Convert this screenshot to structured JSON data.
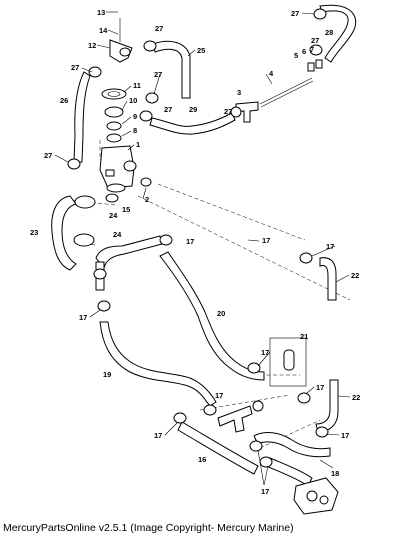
{
  "caption": "MercuryPartsOnline v2.5.1 (Image Copyright- Mercury Marine)",
  "callouts": [
    {
      "id": "c13",
      "text": "13"
    },
    {
      "id": "c14",
      "text": "14"
    },
    {
      "id": "c12",
      "text": "12"
    },
    {
      "id": "c27a",
      "text": "27"
    },
    {
      "id": "c25",
      "text": "25"
    },
    {
      "id": "c27b",
      "text": "27"
    },
    {
      "id": "c11",
      "text": "11"
    },
    {
      "id": "c26",
      "text": "26"
    },
    {
      "id": "c10",
      "text": "10"
    },
    {
      "id": "c27c",
      "text": "27"
    },
    {
      "id": "c29",
      "text": "29"
    },
    {
      "id": "c9",
      "text": "9"
    },
    {
      "id": "c8",
      "text": "8"
    },
    {
      "id": "c3",
      "text": "3"
    },
    {
      "id": "c1",
      "text": "1"
    },
    {
      "id": "c27d",
      "text": "27"
    },
    {
      "id": "c27e",
      "text": "27"
    },
    {
      "id": "c28",
      "text": "28"
    },
    {
      "id": "c27f",
      "text": "27"
    },
    {
      "id": "c7",
      "text": "7"
    },
    {
      "id": "c6",
      "text": "6"
    },
    {
      "id": "c5",
      "text": "5"
    },
    {
      "id": "c4",
      "text": "4"
    },
    {
      "id": "c27g",
      "text": "27"
    },
    {
      "id": "c27h",
      "text": "27"
    },
    {
      "id": "c2",
      "text": "2"
    },
    {
      "id": "c15",
      "text": "15"
    },
    {
      "id": "c24a",
      "text": "24"
    },
    {
      "id": "c23",
      "text": "23"
    },
    {
      "id": "c24b",
      "text": "24"
    },
    {
      "id": "c17a",
      "text": "17"
    },
    {
      "id": "c17b",
      "text": "17"
    },
    {
      "id": "c17c",
      "text": "17"
    },
    {
      "id": "c22a",
      "text": "22"
    },
    {
      "id": "c20",
      "text": "20"
    },
    {
      "id": "c17d",
      "text": "17"
    },
    {
      "id": "c21",
      "text": "21"
    },
    {
      "id": "c17e",
      "text": "17"
    },
    {
      "id": "c19",
      "text": "19"
    },
    {
      "id": "c17f",
      "text": "17"
    },
    {
      "id": "c22b",
      "text": "22"
    },
    {
      "id": "c17g",
      "text": "17"
    },
    {
      "id": "c17h",
      "text": "17"
    },
    {
      "id": "c17i",
      "text": "17"
    },
    {
      "id": "c16",
      "text": "16"
    },
    {
      "id": "c18",
      "text": "18"
    },
    {
      "id": "c17j",
      "text": "17"
    }
  ]
}
